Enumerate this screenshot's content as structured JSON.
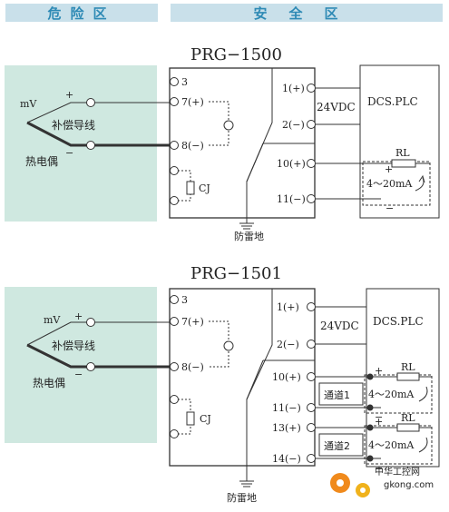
{
  "header": {
    "danger_zone": "危险区",
    "safe_zone": "安全区"
  },
  "diagram_1": {
    "model": "PRG−1500",
    "input": {
      "signal": "mV",
      "plus": "+",
      "minus": "−",
      "wire": "补偿导线",
      "sensor": "热电偶"
    },
    "left_terminals": [
      "3",
      "7(+)",
      "8(−)"
    ],
    "cj_label": "CJ",
    "right_terminals": [
      "1(+)",
      "2(−)",
      "10(+)",
      "11(−)"
    ],
    "power": "24VDC",
    "controller": "DCS.PLC",
    "resistor": "RL",
    "current_plus": "+",
    "current_minus": "−",
    "current_range": "4～20mA",
    "ground": "防雷地"
  },
  "diagram_2": {
    "model": "PRG−1501",
    "input": {
      "signal": "mV",
      "plus": "+",
      "minus": "−",
      "wire": "补偿导线",
      "sensor": "热电偶"
    },
    "left_terminals": [
      "3",
      "7(+)",
      "8(−)"
    ],
    "cj_label": "CJ",
    "right_terminals": [
      "1(+)",
      "2(−)",
      "10(+)",
      "11(−)",
      "13(+)",
      "14(−)"
    ],
    "power": "24VDC",
    "controller": "DCS.PLC",
    "channels": [
      {
        "name": "通道1",
        "resistor": "RL",
        "plus": "+",
        "minus": "−",
        "current_range": "4～20mA"
      },
      {
        "name": "通道2",
        "resistor": "RL",
        "plus": "+",
        "minus": "−",
        "current_range": "4～20mA"
      }
    ],
    "ground": "防雷地"
  },
  "watermark": {
    "brand": "中华工控网",
    "url": "gkong.com"
  },
  "colors": {
    "hazard_zone_bg": "#cfe8e0",
    "header_bg": "#c9e0ea",
    "header_text": "#2e8ab5",
    "watermark_orange": "#f08a1c",
    "line": "#333333"
  }
}
